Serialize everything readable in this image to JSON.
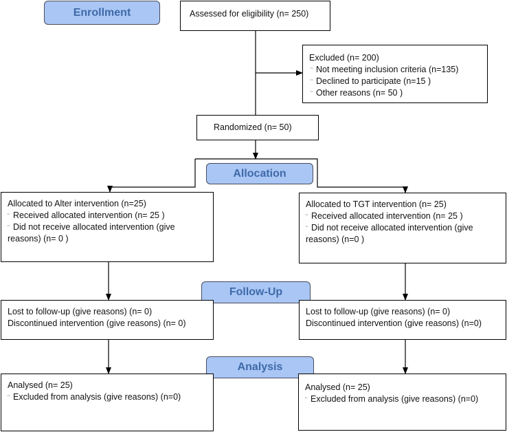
{
  "stages": {
    "enrollment": "Enrollment",
    "allocation": "Allocation",
    "followup": "Follow-Up",
    "analysis": "Analysis"
  },
  "assessed": "Assessed for eligibility (n= 250)",
  "excluded": {
    "title": "Excluded (n= 200)",
    "items": [
      "Not meeting inclusion criteria (n=135)",
      "Declined to participate (n=15 )",
      "Other reasons (n= 50 )"
    ]
  },
  "randomized": "Randomized (n= 50)",
  "left": {
    "allocation_title": "Allocated to Alter intervention (n=25)",
    "allocation_items": [
      "Received allocated intervention (n= 25 )",
      "Did not receive allocated intervention (give reasons) (n= 0 )"
    ],
    "followup": [
      "Lost to follow-up (give reasons) (n= 0)",
      "Discontinued intervention (give reasons) (n= 0)"
    ],
    "analysis_title": "Analysed (n= 25)",
    "analysis_items": [
      "Excluded from analysis (give reasons) (n=0)"
    ]
  },
  "right": {
    "allocation_title": "Allocated to TGT intervention (n= 25)",
    "allocation_items": [
      "Received allocated intervention (n= 25 )",
      "Did not receive allocated intervention (give reasons) (n=0  )"
    ],
    "followup": [
      "Lost to follow-up (give reasons) (n= 0)",
      "Discontinued intervention (give reasons) (n=0)"
    ],
    "analysis_title": "Analysed (n= 25)",
    "analysis_items": [
      "Excluded from analysis (give reasons) (n=0)"
    ]
  }
}
